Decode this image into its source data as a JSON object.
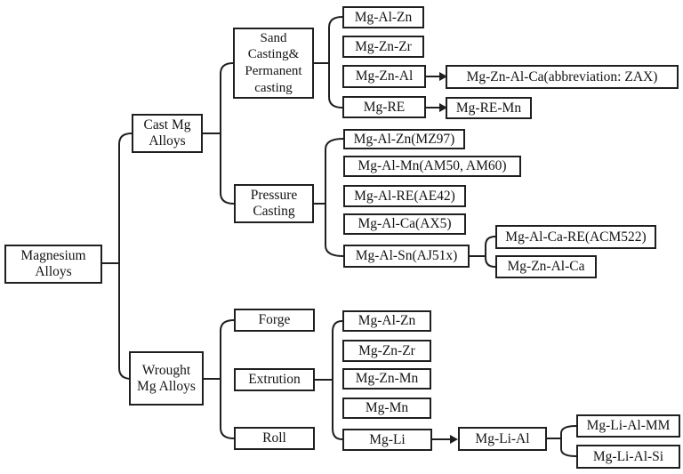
{
  "diagram": {
    "colors": {
      "line": "#1f1f1f",
      "background": "#ffffff",
      "text": "#141414"
    },
    "nodes": {
      "root": {
        "label": "Magnesium\nAlloys"
      },
      "cast": {
        "label": "Cast Mg\nAlloys"
      },
      "sand": {
        "label": "Sand\nCasting&\nPermanent\ncasting"
      },
      "pressure": {
        "label": "Pressure\nCasting"
      },
      "t1": {
        "label": "Mg-Al-Zn"
      },
      "t2": {
        "label": "Mg-Zn-Zr"
      },
      "t3": {
        "label": "Mg-Zn-Al"
      },
      "t4": {
        "label": "Mg-RE"
      },
      "zax": {
        "label": "Mg-Zn-Al-Ca(abbreviation: ZAX)"
      },
      "remn": {
        "label": "Mg-RE-Mn"
      },
      "p1": {
        "label": "Mg-Al-Zn(MZ97)"
      },
      "p2": {
        "label": "Mg-Al-Mn(AM50, AM60)"
      },
      "p3": {
        "label": "Mg-Al-RE(AE42)"
      },
      "p4": {
        "label": "Mg-Al-Ca(AX5)"
      },
      "p5": {
        "label": "Mg-Al-Sn(AJ51x)"
      },
      "acm": {
        "label": "Mg-Al-Ca-RE(ACM522)"
      },
      "zac": {
        "label": "Mg-Zn-Al-Ca"
      },
      "wrought": {
        "label": "Wrought\nMg Alloys"
      },
      "forge": {
        "label": "Forge"
      },
      "extr": {
        "label": "Extrution"
      },
      "roll": {
        "label": "Roll"
      },
      "b1": {
        "label": "Mg-Al-Zn"
      },
      "b2": {
        "label": "Mg-Zn-Zr"
      },
      "b3": {
        "label": "Mg-Zn-Mn"
      },
      "b4": {
        "label": "Mg-Mn"
      },
      "b5": {
        "label": "Mg-Li"
      },
      "lial": {
        "label": "Mg-Li-Al"
      },
      "mm": {
        "label": "Mg-Li-Al-MM"
      },
      "si": {
        "label": "Mg-Li-Al-Si"
      }
    },
    "edges": [
      {
        "from": "root",
        "to": [
          "cast",
          "wrought"
        ],
        "type": "bracket"
      },
      {
        "from": "cast",
        "to": [
          "sand",
          "pressure"
        ],
        "type": "bracket"
      },
      {
        "from": "sand",
        "to": [
          "t1",
          "t2",
          "t3",
          "t4"
        ],
        "type": "bracket"
      },
      {
        "from": "t3",
        "to": [
          "zax"
        ],
        "type": "arrow"
      },
      {
        "from": "t4",
        "to": [
          "remn"
        ],
        "type": "arrow"
      },
      {
        "from": "pressure",
        "to": [
          "p1",
          "p2",
          "p3",
          "p4",
          "p5"
        ],
        "type": "bracket"
      },
      {
        "from": "p5",
        "to": [
          "acm",
          "zac"
        ],
        "type": "bracket"
      },
      {
        "from": "wrought",
        "to": [
          "forge",
          "extr",
          "roll"
        ],
        "type": "bracket"
      },
      {
        "from": "extr",
        "to": [
          "b1",
          "b2",
          "b3",
          "b4",
          "b5"
        ],
        "type": "bracket"
      },
      {
        "from": "b5",
        "to": [
          "lial"
        ],
        "type": "arrow"
      },
      {
        "from": "lial",
        "to": [
          "mm",
          "si"
        ],
        "type": "bracket"
      }
    ]
  }
}
